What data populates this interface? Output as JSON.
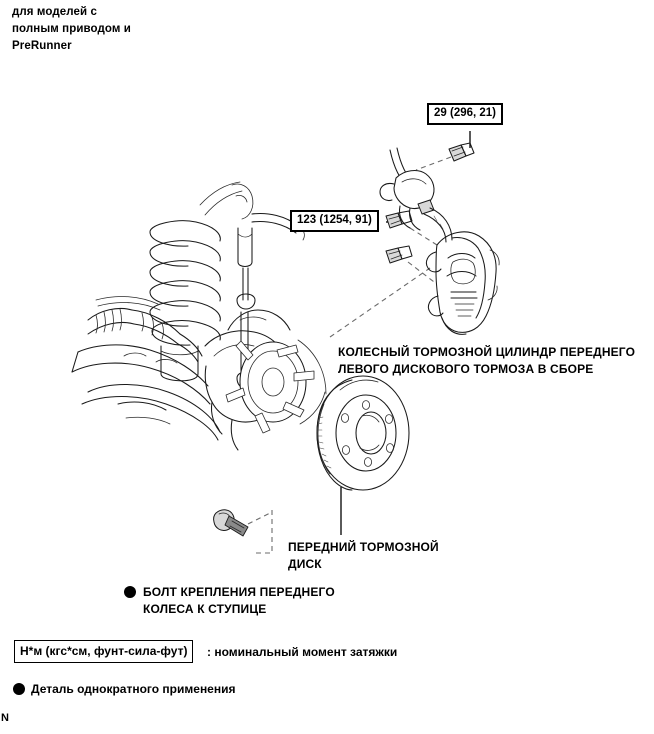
{
  "document": {
    "heading_note": "для моделей с\nполным приводом и\nPreRunner",
    "corner_mark": "N"
  },
  "callouts": [
    {
      "id": "hose-torque",
      "text": "29 (296, 21)",
      "description": "brake hose union bolt torque"
    },
    {
      "id": "caliper-torque",
      "text": "123 (1254, 91)",
      "description": "caliper mounting bolt torque"
    }
  ],
  "labels": {
    "caliper": "КОЛЕСНЫЙ ТОРМОЗНОЙ ЦИЛИНДР ПЕРЕДНЕГО\nЛЕВОГО ДИСКОВОГО ТОРМОЗА В СБОРЕ",
    "disc": "ПЕРЕДНИЙ ТОРМОЗНОЙ\nДИСК",
    "bolt": "БОЛТ КРЕПЛЕНИЯ ПЕРЕДНЕГО\nКОЛЕСА К СТУПИЦЕ"
  },
  "legend": {
    "unit_box": "Н*м (кгс*см, фунт-сила-фут)",
    "unit_meaning": ": номинальный момент затяжки",
    "single_use": "Деталь однократного применения"
  },
  "colors": {
    "ink": "#1a1a1a",
    "leader": "#6b6b6b",
    "background": "#ffffff",
    "shade": "#d8d8d8"
  }
}
